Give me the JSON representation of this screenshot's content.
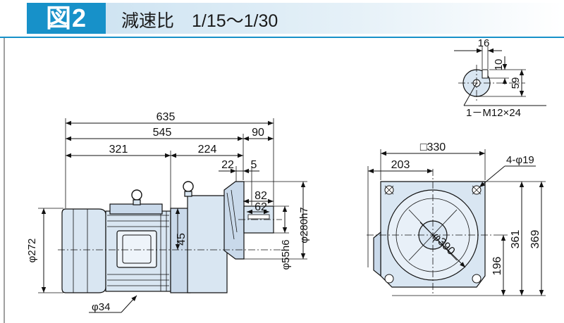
{
  "header": {
    "badge": "図2",
    "title": "減速比　1/15～1/30"
  },
  "dims": {
    "d635": "635",
    "d545": "545",
    "d90": "90",
    "d321": "321",
    "d224": "224",
    "d22": "22",
    "d5": "5",
    "d82": "82",
    "d62": "62",
    "d45": "45",
    "phi55": "φ55h6",
    "phi280": "φ280h7",
    "phi272": "φ272",
    "phi34": "φ34",
    "sq330": "□330",
    "d203": "203",
    "holes": "4-φ19",
    "phi390": "φ390",
    "d196": "196",
    "d361": "361",
    "d369": "369",
    "d16": "16",
    "d10": "10",
    "d59": "59",
    "tap": "1－M12×24"
  },
  "colors": {
    "accent": "#1791c9",
    "fill": "#d9e6f2"
  }
}
